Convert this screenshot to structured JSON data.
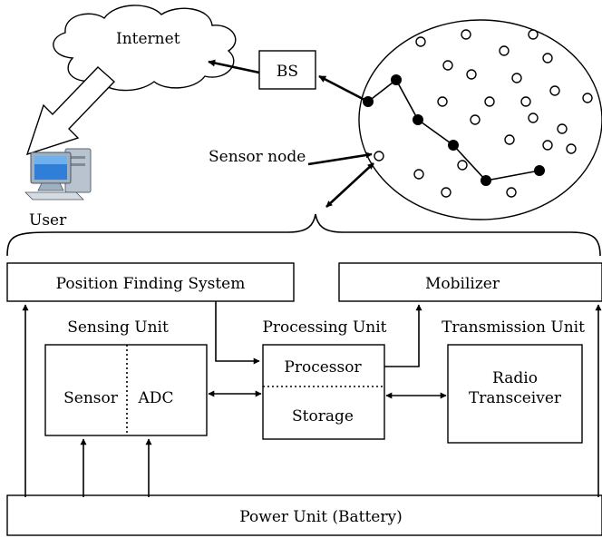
{
  "labels": {
    "internet": "Internet",
    "bs": "BS",
    "sensor_node": "Sensor node",
    "user": "User",
    "position_finding_system": "Position Finding System",
    "mobilizer": "Mobilizer",
    "sensing_unit": "Sensing Unit",
    "processing_unit": "Processing Unit",
    "transmission_unit": "Transmission Unit",
    "sensor": "Sensor",
    "adc": "ADC",
    "processor": "Processor",
    "storage": "Storage",
    "radio_line1": "Radio",
    "radio_line2": "Transceiver",
    "power_unit": "Power Unit (Battery)"
  },
  "colors": {
    "line": "#000000",
    "monitor_screen": "#2f7fd9",
    "computer_body": "#b9c3cf"
  },
  "icons": {
    "user_terminal": "desktop-computer-icon",
    "internet": "cloud-icon"
  }
}
